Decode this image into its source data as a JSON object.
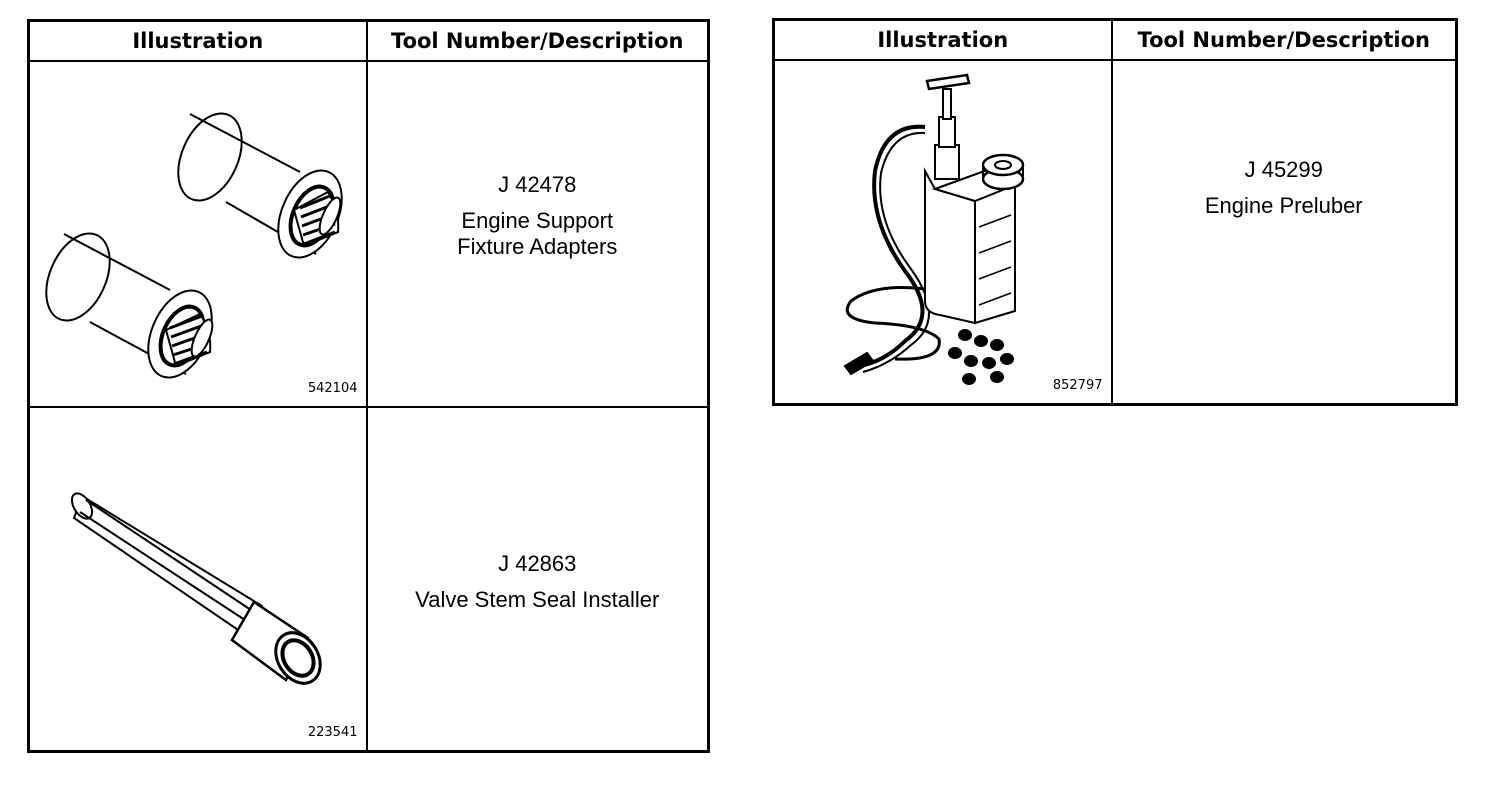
{
  "left_table": {
    "headers": {
      "illustration": "Illustration",
      "tool": "Tool Number/Description"
    },
    "rows": [
      {
        "figure_id": "542104",
        "tool_number": "J 42478",
        "description": "Engine Support Fixture Adapters",
        "icon": "engine-support-fixture-adapters-icon"
      },
      {
        "figure_id": "223541",
        "tool_number": "J 42863",
        "description": "Valve Stem Seal Installer",
        "icon": "valve-stem-seal-installer-icon"
      }
    ]
  },
  "right_table": {
    "headers": {
      "illustration": "Illustration",
      "tool": "Tool Number/Description"
    },
    "rows": [
      {
        "figure_id": "852797",
        "tool_number": "J 45299",
        "description": "Engine Preluber",
        "icon": "engine-preluber-icon"
      }
    ]
  }
}
